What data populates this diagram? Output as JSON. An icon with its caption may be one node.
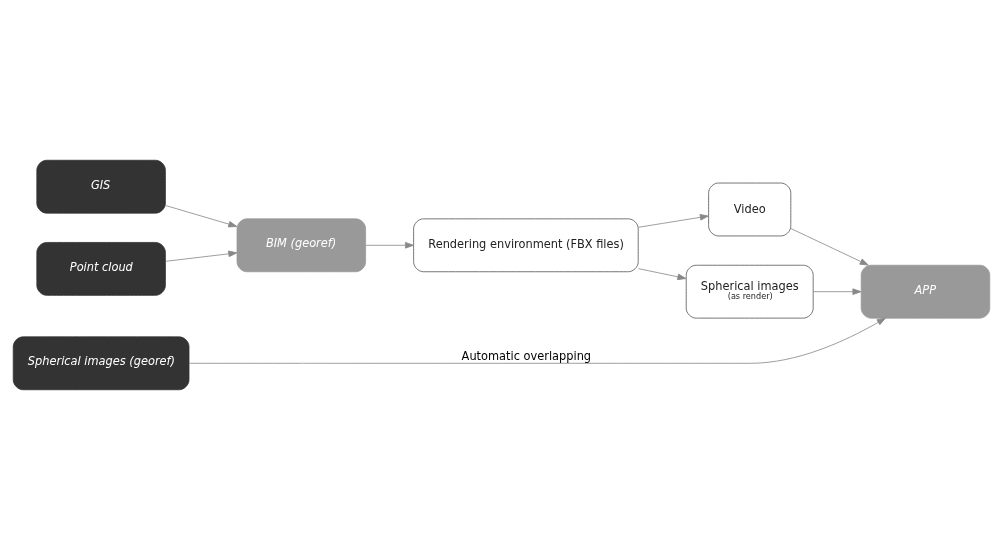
{
  "diagram": {
    "nodes": [
      {
        "text": [
          "Point cloud"
        ]
      },
      {
        "text": [
          "GIS"
        ]
      },
      {
        "text": [
          "Spherical images (georef)"
        ]
      },
      {
        "text": [
          "BIM (georef)"
        ]
      },
      {
        "text": [
          "Rendering environment (FBX files)"
        ]
      },
      {
        "text": [
          "Spherical images",
          "(as render)"
        ]
      },
      {
        "text": [
          "Video"
        ]
      },
      {
        "text": [
          "APP"
        ]
      }
    ],
    "edges": [
      {
        "from": 0,
        "to": 3,
        "arrow": "to"
      },
      {
        "from": 1,
        "to": 3,
        "arrow": "to"
      },
      {
        "from": 3,
        "to": 4,
        "arrow": "to"
      },
      {
        "from": 4,
        "to": 5,
        "arrow": "to"
      },
      {
        "from": 4,
        "to": 6,
        "arrow": "to"
      },
      {
        "from": 6,
        "to": 7,
        "arrow": "to"
      },
      {
        "from": 2,
        "to": 7,
        "arrow": "to",
        "label": "Automatic overlapping"
      },
      {
        "from": 5,
        "to": 7,
        "arrow": "to"
      }
    ]
  }
}
